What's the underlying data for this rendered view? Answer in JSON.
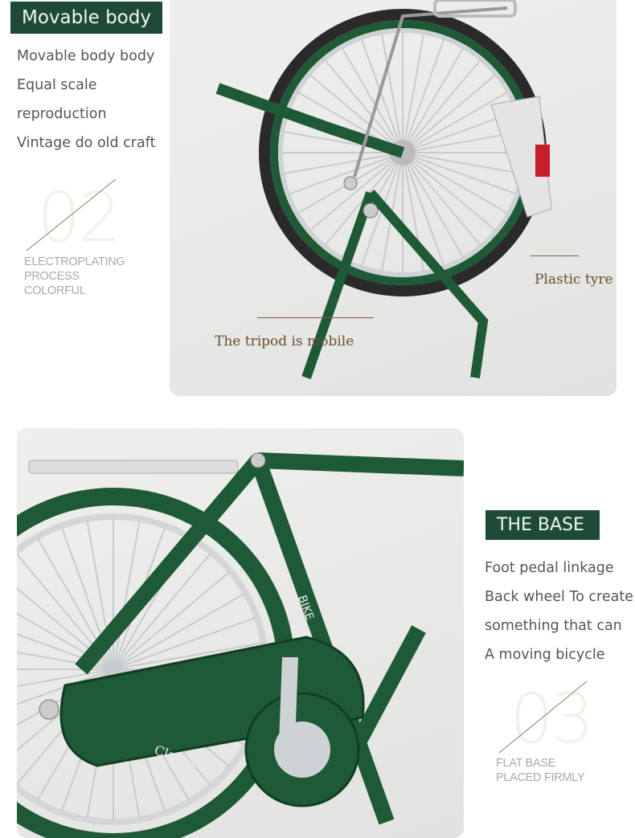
{
  "section1": {
    "tag": "Movable body",
    "features": [
      "Movable body body",
      "Equal scale",
      "reproduction",
      "Vintage do old craft"
    ],
    "number": "02",
    "subtitle": [
      "ELECTROPLATING",
      "PROCESS",
      "COLORFUL"
    ],
    "photo_captions": {
      "tyre": "Plastic tyre",
      "tripod": "The tripod is mobile"
    }
  },
  "section2": {
    "tag": "THE BASE",
    "features": [
      "Foot pedal linkage",
      "Back wheel To create",
      "something that can",
      "A moving bicycle"
    ],
    "number": "03",
    "subtitle": [
      "FLAT BASE",
      "PLACED FIRMLY"
    ],
    "chain_guard_text": "Classic",
    "frame_text": "BIKE"
  },
  "colors": {
    "brand_green": "#1f4a38",
    "bike_green": "#1e5a36",
    "caption_brown": "#6a4d33"
  }
}
